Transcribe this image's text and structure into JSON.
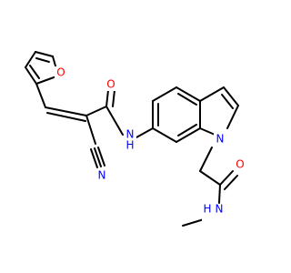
{
  "molecule": {
    "atoms": {
      "furan_o": {
        "text": "O",
        "color": "#ff0000"
      },
      "amide_o": {
        "text": "O",
        "color": "#ff0000"
      },
      "amide2_o": {
        "text": "O",
        "color": "#ff0000"
      },
      "amide_nh": {
        "text": "N",
        "h": "H",
        "color": "#0000ff"
      },
      "indole_n": {
        "text": "N",
        "color": "#0000ff"
      },
      "nitrile_n": {
        "text": "N",
        "color": "#0000ff"
      },
      "methylamide_nh": {
        "text": "N",
        "h": "H",
        "color": "#0000ff"
      }
    },
    "bond_color": "#000000"
  }
}
